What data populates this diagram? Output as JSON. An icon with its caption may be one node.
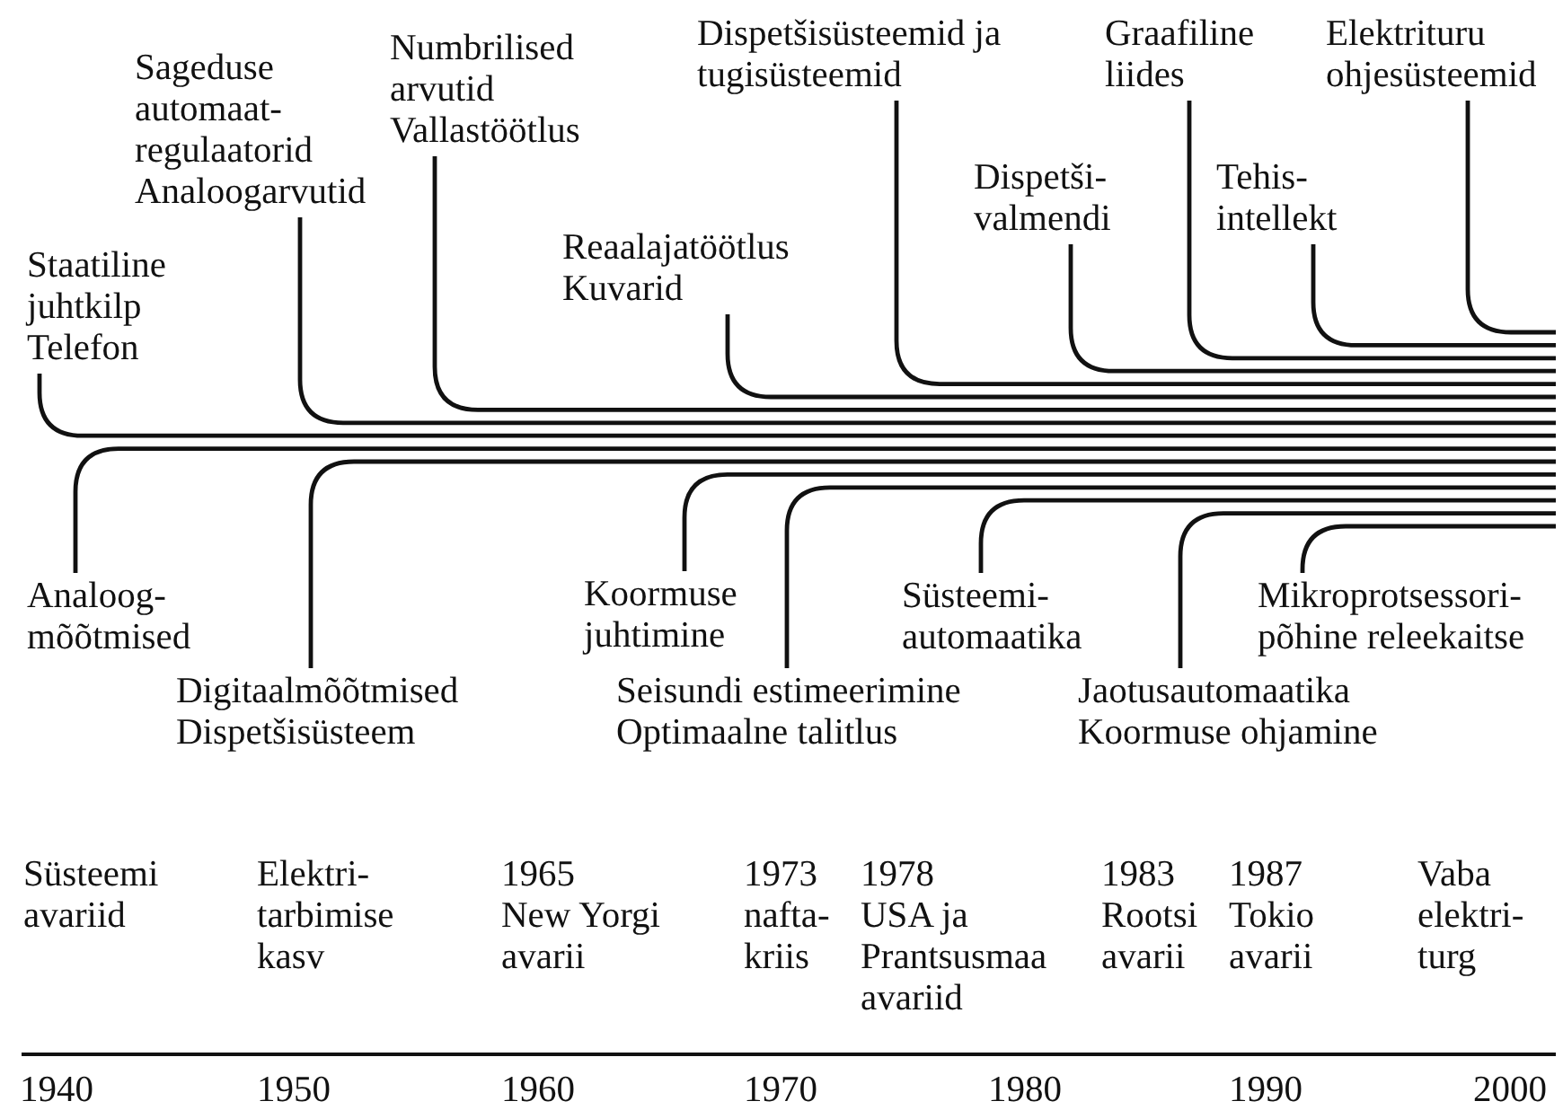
{
  "diagram": {
    "nodes": [
      {
        "text": [
          "Staatiline juhtkilp",
          "Telefon"
        ]
      },
      {
        "text": [
          "Sageduse automaat- regulaatorid",
          "Analoogarvutid"
        ]
      },
      {
        "text": [
          "Numbrilised arvutid",
          "Vallastöötlus"
        ]
      },
      {
        "text": [
          "Reaalajatöötlus",
          "Kuvarid"
        ]
      },
      {
        "text": [
          "Dispetšisüsteemid ja tugisüsteemid"
        ]
      },
      {
        "text": [
          "Dispetši- valmendi"
        ]
      },
      {
        "text": [
          "Graafiline liides"
        ]
      },
      {
        "text": [
          "Tehis- intellekt"
        ]
      },
      {
        "text": [
          "Elektrituru ohjesüsteemid"
        ]
      },
      {
        "text": [
          "Analoog- mõõtmised"
        ]
      },
      {
        "text": [
          "Digitaalmõõtmised",
          "Dispetšisüsteem"
        ]
      },
      {
        "text": [
          "Koormuse juhtimine"
        ]
      },
      {
        "text": [
          "Seisundi estimeerimine",
          "Optimaalne talitlus"
        ]
      },
      {
        "text": [
          "Süsteemi- automaatika"
        ]
      },
      {
        "text": [
          "Jaotusautomaatika",
          "Koormuse ohjamine"
        ]
      },
      {
        "text": [
          "Mikroprotsessori- põhine releekaitse"
        ]
      }
    ],
    "edges": [
      {
        "from": 0,
        "to": null,
        "arrow": "none"
      },
      {
        "from": 1,
        "to": null,
        "arrow": "none"
      },
      {
        "from": 2,
        "to": null,
        "arrow": "none"
      },
      {
        "from": 3,
        "to": null,
        "arrow": "none"
      },
      {
        "from": 4,
        "to": null,
        "arrow": "none"
      },
      {
        "from": 5,
        "to": null,
        "arrow": "none"
      },
      {
        "from": 6,
        "to": null,
        "arrow": "none"
      },
      {
        "from": 7,
        "to": null,
        "arrow": "none"
      },
      {
        "from": 8,
        "to": null,
        "arrow": "none"
      },
      {
        "from": 9,
        "to": null,
        "arrow": "none"
      },
      {
        "from": 10,
        "to": null,
        "arrow": "none"
      },
      {
        "from": 11,
        "to": null,
        "arrow": "none"
      },
      {
        "from": 12,
        "to": null,
        "arrow": "none"
      },
      {
        "from": 13,
        "to": null,
        "arrow": "none"
      },
      {
        "from": 14,
        "to": null,
        "arrow": "none"
      },
      {
        "from": 15,
        "to": null,
        "arrow": "none"
      }
    ],
    "labels": [
      "Süsteemi avariid",
      "Elektri- tarbimise kasv",
      "1965",
      "New Yorgi avarii",
      "1973",
      "nafta- kriis",
      "1978",
      "USA ja Prantsusmaa avariid",
      "1983",
      "Rootsi avarii",
      "1987",
      "Tokio avarii",
      "Vaba elektri- turg",
      "1940",
      "1950",
      "1960",
      "1970",
      "1980",
      "1990",
      "2000"
    ]
  }
}
